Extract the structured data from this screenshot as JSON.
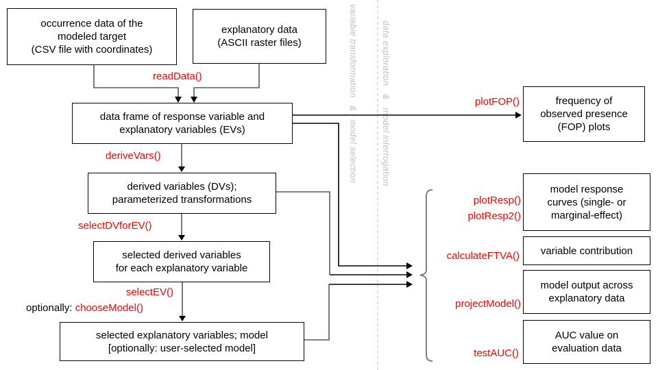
{
  "colors": {
    "accent_red": "#ff0000",
    "wire_dark": "#000000",
    "wire_gray": "#595959",
    "brace_gray": "#7f7f7f",
    "lane_text_gray": "#bfbfbf",
    "dash_gray": "#c9c9c9",
    "box_border": "#000000",
    "background": "#ffffff"
  },
  "lanes": {
    "left_label": "variable transformation   &   model selection",
    "right_label": "data exploration   &   model interrogation"
  },
  "nodes": {
    "occurrence": {
      "text": "occurrence data of the\nmodeled target\n(CSV file with coordinates)"
    },
    "explanatory": {
      "text": "explanatory data\n(ASCII raster files)"
    },
    "dataframe": {
      "text": "data frame of response variable and\nexplanatory variables (EVs)"
    },
    "derived": {
      "text": "derived variables (DVs);\nparameterized transformations"
    },
    "selected_dvs": {
      "text": "selected derived variables\nfor each explanatory variable"
    },
    "selected_evs": {
      "text": "selected explanatory variables; model\n[optionally: user-selected model]"
    },
    "fop": {
      "text": "frequency of\nobserved presence\n(FOP) plots"
    },
    "response_curves": {
      "text": "model response\ncurves (single- or\nmarginal-effect)"
    },
    "contribution": {
      "text": "variable contribution"
    },
    "projection": {
      "text": "model output across\nexplanatory data"
    },
    "auc": {
      "text": "AUC value on\nevaluation data"
    }
  },
  "functions": {
    "readData": "readData()",
    "deriveVars": "deriveVars()",
    "selectDVforEV": "selectDVforEV()",
    "selectEV": "selectEV()",
    "optionally_prefix": "optionally: ",
    "chooseModel": "chooseModel()",
    "plotFOP": "plotFOP()",
    "plotResp": "plotResp()",
    "plotResp2": "plotResp2()",
    "calculateFTVA": "calculateFTVA()",
    "projectModel": "projectModel()",
    "testAUC": "testAUC()"
  }
}
